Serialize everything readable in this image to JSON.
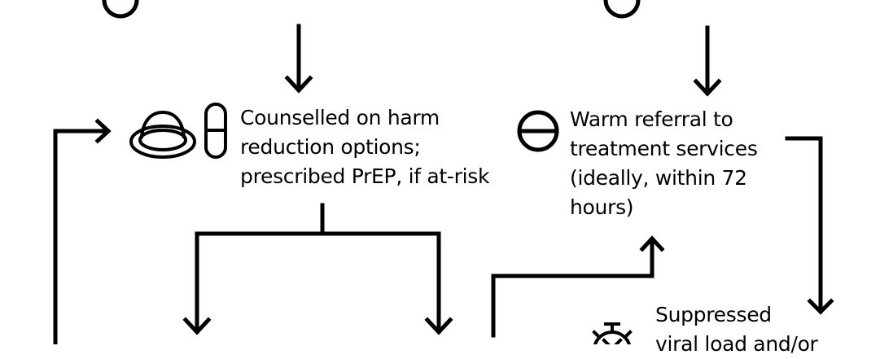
{
  "nodes": {
    "harm_reduction": {
      "lines": [
        "Counselled on harm",
        "reduction options;",
        "prescribed PrEP, if at-risk"
      ],
      "icons": [
        "condom-icon",
        "pill-icon"
      ]
    },
    "referral": {
      "lines": [
        "Warm referral to",
        "treatment services",
        "(ideally, within 72",
        "hours)"
      ],
      "icons": [
        "minus-circle-icon"
      ]
    },
    "suppressed": {
      "lines": [
        "Suppressed",
        "viral load and/or"
      ],
      "icons": [
        "stopwatch-icon"
      ]
    }
  },
  "colors": {
    "stroke": "#000000",
    "text": "#000000",
    "background": "#ffffff"
  }
}
